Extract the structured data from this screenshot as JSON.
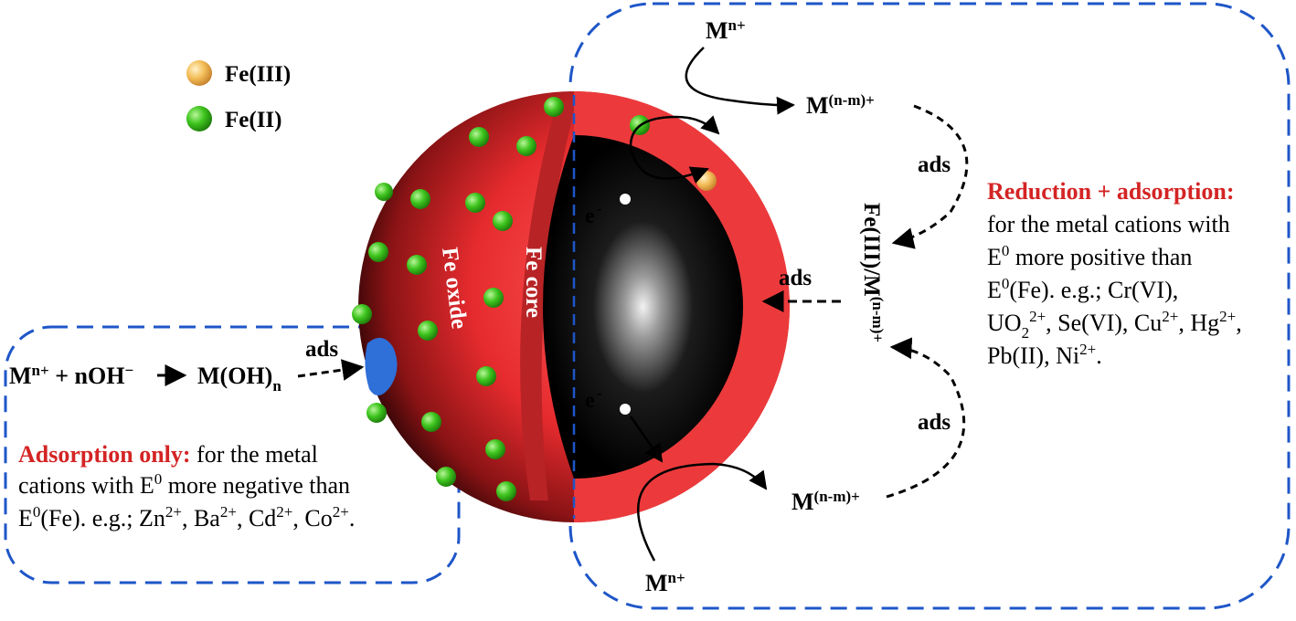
{
  "legend": {
    "fe3": "Fe(III)",
    "fe2": "Fe(II)"
  },
  "particle": {
    "shell_label": "Fe oxide",
    "core_label": "Fe core",
    "electron": "e",
    "electron_sign": "-"
  },
  "reactions": {
    "m": "M",
    "mn_sup": "n+",
    "mnm_sup": "(n-m)+",
    "ads": "ads",
    "vertical_label": "Fe(III)/M",
    "vertical_sup": "(n-m)+",
    "precip_plus": " + nOH",
    "precip_minus": "−",
    "precip_product": "M(OH)",
    "precip_sub": "n"
  },
  "right_box": {
    "title": "Reduction + adsorption:",
    "line1": "for the metal cations with",
    "line2a": "E",
    "line2b": "0",
    "line2c": " more positive than",
    "line3a": "E",
    "line3b": "0",
    "line3c": "(Fe). e.g.; Cr(VI),",
    "line4a": "UO",
    "line4b": "2",
    "line4c": "2+",
    "line4d": ", Se(VI), Cu",
    "line4e": "2+",
    "line4f": ", Hg",
    "line4g": "2+",
    "line4h": ",",
    "line5a": "Pb(II), Ni",
    "line5b": "2+",
    "line5c": "."
  },
  "left_box": {
    "title": "Adsorption only:",
    "line1b": " for the metal",
    "line2a": "cations with E",
    "line2b": "0",
    "line2c": " more negative than",
    "line3a": "E",
    "line3b": "0",
    "line3c": "(Fe). e.g.; Zn",
    "line3d": "2+",
    "line3e": ", Ba",
    "line3f": "2+",
    "line3g": ", Cd",
    "line3h": "2+",
    "line3i": ", Co",
    "line3j": "2+",
    "line3k": "."
  },
  "colors": {
    "shell": "#ec3a3c",
    "shell_cut": "#b82325",
    "core": "#000000",
    "fe2": "#3ec51e",
    "fe3": "#f4bf5b",
    "box_border": "#1e56c8",
    "title_red": "#d42424",
    "blob": "#2f6fd8"
  }
}
